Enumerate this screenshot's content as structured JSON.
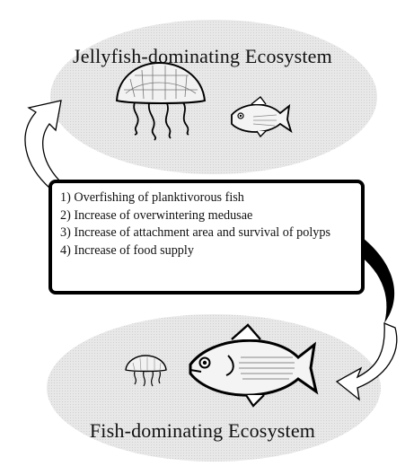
{
  "top_ecosystem": {
    "title": "Jellyfish-dominating Ecosystem"
  },
  "bottom_ecosystem": {
    "title": "Fish-dominating Ecosystem"
  },
  "factors": [
    "1) Overfishing of planktivorous fish",
    "2) Increase of overwintering medusae",
    "3) Increase of attachment area and survival of polyps",
    "4) Increase of food supply"
  ],
  "colors": {
    "ellipse_fill": "#e6e6e6",
    "arrow_fill": "#000000",
    "outline": "#000000"
  },
  "icons": [
    "jellyfish-icon",
    "fish-icon"
  ]
}
